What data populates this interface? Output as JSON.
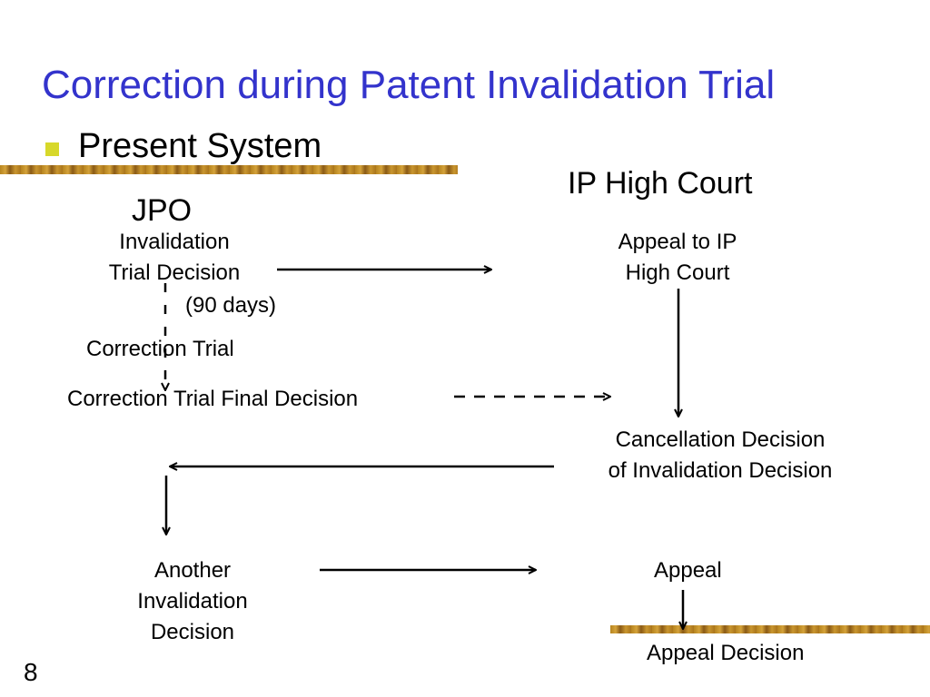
{
  "slide": {
    "title": "Correction during Patent Invalidation Trial",
    "bullet": "Present System",
    "page_number": "8",
    "bullet_color": "#d7d82a",
    "title_color": "#3333cc"
  },
  "headings": {
    "jpo": "JPO",
    "ip_high_court": "IP High Court"
  },
  "nodes": {
    "invalidation_decision": [
      "Invalidation",
      "Trial Decision"
    ],
    "days": "(90 days)",
    "correction_trial": "Correction Trial",
    "correction_final": "Correction Trial Final Decision",
    "appeal_ip": [
      "Appeal to IP",
      "High Court"
    ],
    "cancellation": [
      "Cancellation Decision",
      "of Invalidation Decision"
    ],
    "another": [
      "Another",
      "Invalidation",
      "Decision"
    ],
    "appeal": "Appeal",
    "appeal_decision": "Appeal Decision"
  }
}
